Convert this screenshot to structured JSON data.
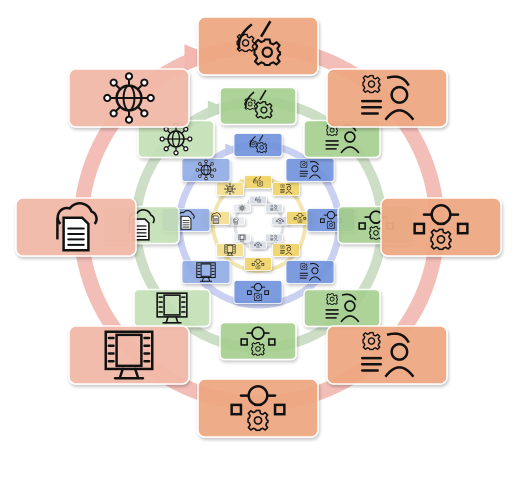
{
  "rings": [
    {
      "level": "outer",
      "ring_color": "#f3b7b0",
      "tile_fill": "#eea882",
      "tile_fill_alt": "#f2b9a8",
      "tiles": [
        {
          "icon": "gears-icon"
        },
        {
          "icon": "person-gear-icon"
        },
        {
          "icon": "lightbulb-gear-icon"
        },
        {
          "icon": "person-gear-icon"
        },
        {
          "icon": "lightbulb-gear-icon"
        },
        {
          "icon": "monitor-film-icon"
        },
        {
          "icon": "cloud-document-icon"
        },
        {
          "icon": "globe-network-icon"
        }
      ]
    },
    {
      "level": "second",
      "ring_color": "#c6dcc0",
      "tile_fill": "#a5cf8e",
      "tile_fill_alt": "#c3dfb4",
      "tiles": [
        {
          "icon": "gears-icon"
        },
        {
          "icon": "person-gear-icon"
        },
        {
          "icon": "lightbulb-gear-icon"
        },
        {
          "icon": "person-gear-icon"
        },
        {
          "icon": "lightbulb-gear-icon"
        },
        {
          "icon": "monitor-film-icon"
        },
        {
          "icon": "cloud-document-icon"
        },
        {
          "icon": "globe-network-icon"
        }
      ]
    },
    {
      "level": "third",
      "ring_color": "#c3cbef",
      "tile_fill": "#6f92dc",
      "tile_fill_alt": "#8fabe4",
      "tiles": [
        {
          "icon": "gears-icon"
        },
        {
          "icon": "person-gear-icon"
        },
        {
          "icon": "lightbulb-gear-icon"
        },
        {
          "icon": "person-gear-icon"
        },
        {
          "icon": "lightbulb-gear-icon"
        },
        {
          "icon": "monitor-film-icon"
        },
        {
          "icon": "cloud-document-icon"
        },
        {
          "icon": "globe-network-icon"
        }
      ]
    },
    {
      "level": "fourth",
      "ring_color": "#f1e2a6",
      "tile_fill": "#f0d265",
      "tile_fill_alt": "#f3de8c",
      "tiles": [
        {
          "icon": "gears-icon"
        },
        {
          "icon": "person-gear-icon"
        },
        {
          "icon": "lightbulb-gear-icon"
        },
        {
          "icon": "person-gear-icon"
        },
        {
          "icon": "lightbulb-gear-icon"
        },
        {
          "icon": "monitor-film-icon"
        },
        {
          "icon": "cloud-document-icon"
        },
        {
          "icon": "globe-network-icon"
        }
      ]
    },
    {
      "level": "inner",
      "ring_color": "#d9dde3",
      "tile_fill": "#d8dde6",
      "tile_fill_alt": "#e6e9ef",
      "tiles": [
        {
          "icon": "gears-icon"
        },
        {
          "icon": "person-gear-icon"
        },
        {
          "icon": "lightbulb-gear-icon"
        },
        {
          "icon": "person-gear-icon"
        },
        {
          "icon": "lightbulb-gear-icon"
        },
        {
          "icon": "monitor-film-icon"
        },
        {
          "icon": "cloud-document-icon"
        },
        {
          "icon": "globe-network-icon"
        }
      ]
    }
  ]
}
